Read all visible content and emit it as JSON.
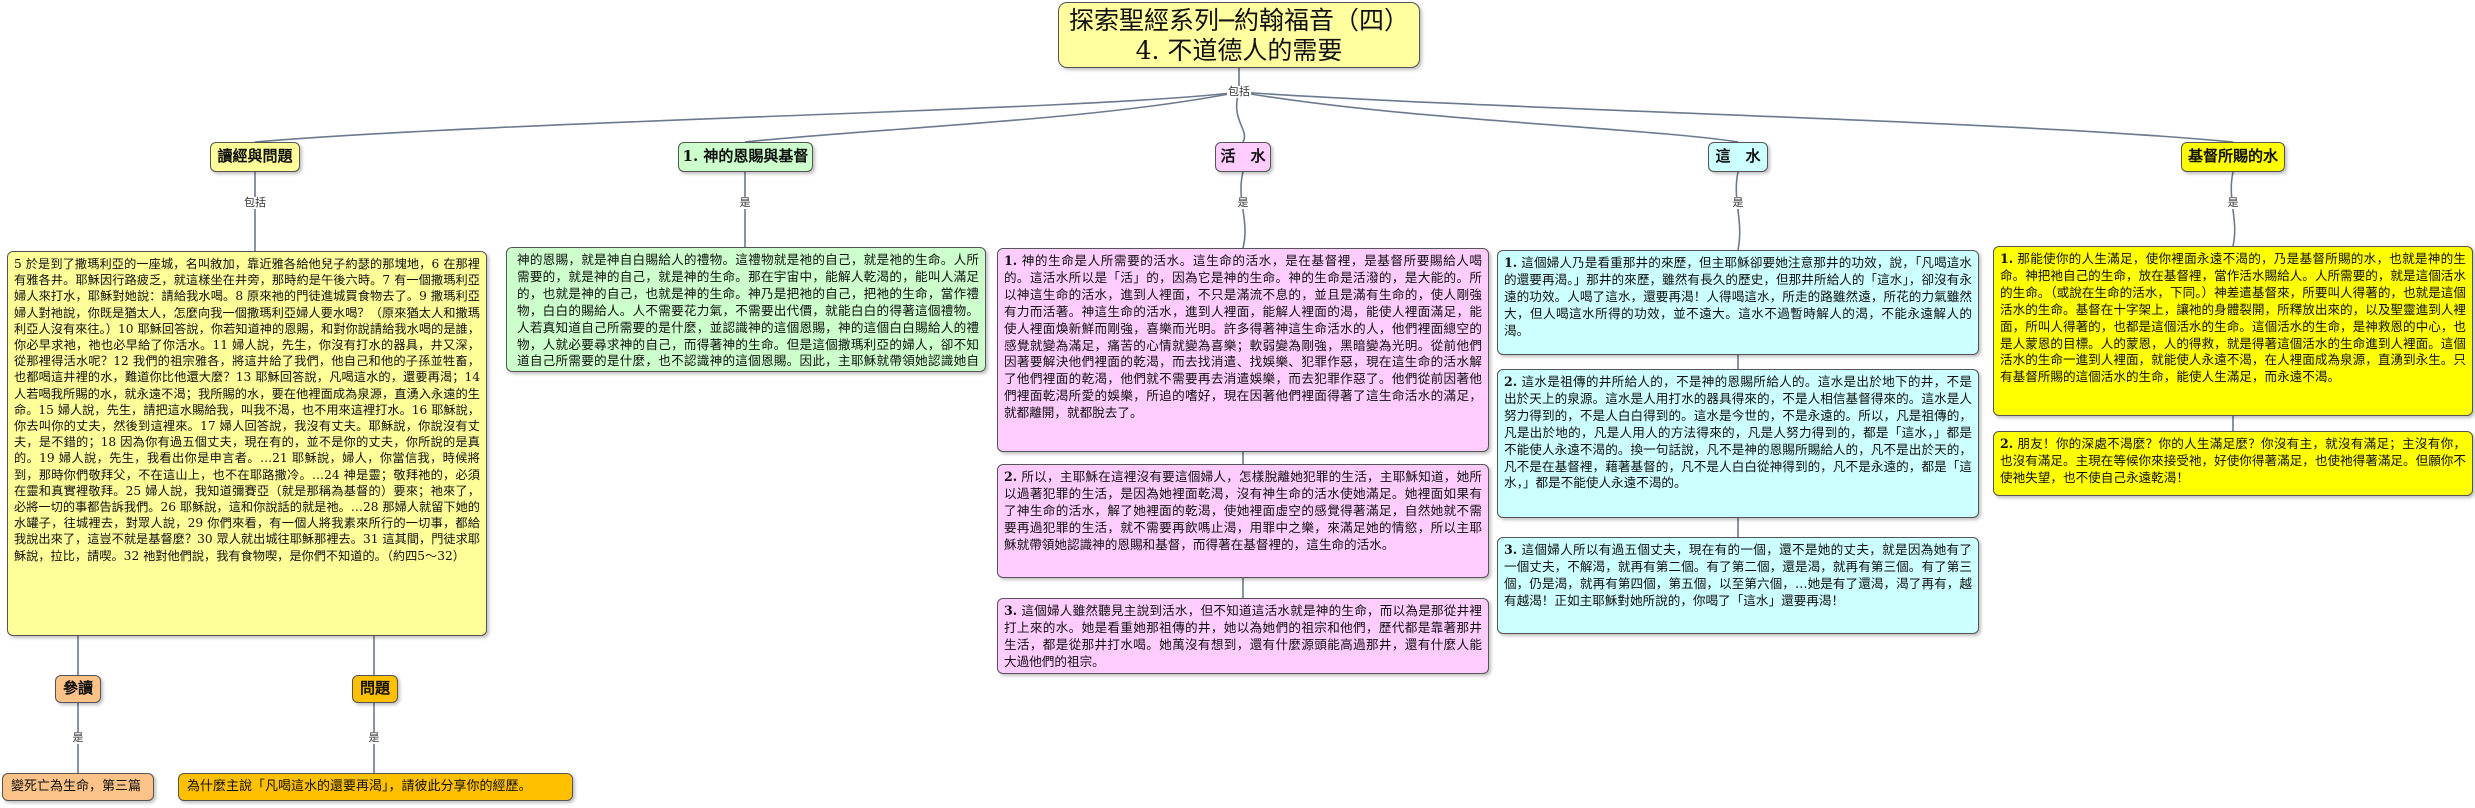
{
  "title": {
    "line1": "探索聖經系列─約翰福音（四）",
    "line2": "4. 不道德人的需要"
  },
  "connectors": {
    "root": "包括",
    "reading": "包括",
    "grace": "是",
    "living_water": "是",
    "this_water": "是",
    "satisfy": "是",
    "ref": "是",
    "question": "是"
  },
  "branches": {
    "reading": "讀經與問題",
    "grace": "1. 神的恩賜與基督",
    "living_water": "活　水",
    "this_water": "這　水",
    "satisfy": "基督所賜的水"
  },
  "reading": {
    "passage": "5 於是到了撒瑪利亞的一座城，名叫敘加，靠近雅各給他兒子約瑟的那塊地，6 在那裡有雅各井。耶穌因行路疲乏，就這樣坐在井旁，那時約是午後六時。7 有一個撒瑪利亞婦人來打水，耶穌對她說：請給我水喝。8 原來祂的門徒進城買食物去了。9 撒瑪利亞婦人對祂說，你既是猶太人，怎麼向我一個撒瑪利亞婦人要水喝？（原來猶太人和撒瑪利亞人沒有來往。）10 耶穌回答說，你若知道神的恩賜，和對你說請給我水喝的是誰，你必早求祂，祂也必早給了你活水。11 婦人說，先生，你沒有打水的器具，井又深，從那裡得活水呢？12 我們的祖宗雅各，將這井給了我們，他自己和他的子孫並牲畜，也都喝這井裡的水，難道你比他還大麼？13 耶穌回答說，凡喝這水的，還要再渴；14 人若喝我所賜的水，就永遠不渴；我所賜的水，要在他裡面成為泉源，直湧入永遠的生命。15 婦人說，先生，請把這水賜給我，叫我不渴，也不用來這裡打水。16 耶穌說，你去叫你的丈夫，然後到這裡來。17 婦人回答說，我沒有丈夫。耶穌說，你說沒有丈夫，是不錯的；18 因為你有過五個丈夫，現在有的，並不是你的丈夫，你所說的是真的。19 婦人說，先生，我看出你是申言者。…21 耶穌說，婦人，你當信我，時候將到，那時你們敬拜父，不在這山上，也不在耶路撒冷。…24 神是靈；敬拜祂的，必須在靈和真實裡敬拜。25 婦人說，我知道彌賽亞（就是那稱為基督的）要來；祂來了，必將一切的事都告訴我們。26 耶穌說，這和你說話的就是祂。…28 那婦人就留下她的水罐子，往城裡去，對眾人說，29 你們來看，有一個人將我素來所行的一切事，都給我說出來了，這豈不就是基督麼？30 眾人就出城往耶穌那裡去。31 這其間，門徒求耶穌說，拉比，請喫。32 祂對他們說，我有食物喫，是你們不知道的。（約四5～32）",
    "ref_label": "參讀",
    "ref_text": "變死亡為生命，第三篇",
    "question_label": "問題",
    "question_text": "為什麼主說「凡喝這水的還要再渴」，請彼此分享你的經歷。"
  },
  "grace": {
    "text": "神的恩賜，就是神自白賜給人的禮物。這禮物就是祂的自己，就是祂的生命。人所需要的，就是神的自己，就是神的生命。那在宇宙中，能解人乾渴的，能叫人滿足的，也就是神的自己，也就是神的生命。神乃是把祂的自己，把祂的生命，當作禮物，白白的賜給人。人不需要花力氣，不需要出代價，就能白白的得著這個禮物。人若真知道自己所需要的是什麼，並認識神的這個恩賜，神的這個白白賜給人的禮物，人就必要尋求神的自己，而得著神的生命。但是這個撒瑪利亞的婦人，卻不知道自己所需要的是什麼，也不認識神的這個恩賜。因此，主耶穌就帶領她認識她自己的需要，和神的這個恩賜，好使她尋求而得著這個恩賜。"
  },
  "living_water": {
    "p1_num": "1.",
    "p1": "神的生命是人所需要的活水。這生命的活水，是在基督裡，是基督所要賜給人喝的。這活水所以是「活」的，因為它是神的生命。神的生命是活潑的，是大能的。所以神這生命的活水，進到人裡面，不只是滿流不息的，並且是滿有生命的，使人剛強有力而活著。神這生命的活水，進到人裡面，能解人裡面的渴，能使人裡面滿足，能使人裡面煥新鮮而剛強，喜樂而光明。許多得著神這生命活水的人，他們裡面總空的感覺就變為滿足，痛苦的心情就變為喜樂；軟弱變為剛強，黑暗變為光明。從前他們因著要解決他們裡面的乾渴，而去找消遣、找娛樂、犯罪作惡，現在這生命的活水解了他們裡面的乾渴，他們就不需要再去消遣娛樂，而去犯罪作惡了。他們從前因著他們裡面乾渴所愛的娛樂，所追的嗜好，現在因著他們裡面得著了這生命活水的滿足，就都離開，就都脫去了。",
    "p2_num": "2.",
    "p2": "所以，主耶穌在這裡沒有要這個婦人，怎樣脫離她犯罪的生活，主耶穌知道，她所以過著犯罪的生活，是因為她裡面乾渴，沒有神生命的活水使她滿足。她裡面如果有了神生命的活水，解了她裡面的乾渴，使她裡面虛空的感覺得著滿足，自然她就不需要再過犯罪的生活，就不需要再飲嗎止渴，用罪中之樂，來滿足她的情慾，所以主耶穌就帶領她認識神的恩賜和基督，而得著在基督裡的，這生命的活水。",
    "p3_num": "3.",
    "p3": "這個婦人雖然聽見主說到活水，但不知道這活水就是神的生命，而以為是那從井裡打上來的水。她是看重她那祖傳的井，她以為她們的祖宗和他們，歷代都是靠著那井生活，都是從那井打水喝。她萬沒有想到，還有什麼源頭能高過那井，還有什麼人能大過他們的祖宗。"
  },
  "this_water": {
    "p1_num": "1.",
    "p1": "這個婦人乃是看重那井的來歷，但主耶穌卻要她注意那井的功效，說，「凡喝這水的還要再渴。」那井的來歷，雖然有長久的歷史，但那井所給人的「這水」，卻沒有永遠的功效。人喝了這水，還要再渴！人得喝這水，所走的路雖然遠，所花的力氣雖然大，但人喝這水所得的功效，並不遠大。這水不過暫時解人的渴，不能永遠解人的渴。",
    "p2_num": "2.",
    "p2": "這水是祖傳的井所給人的，不是神的恩賜所給人的。這水是出於地下的井，不是出於天上的泉源。這水是人用打水的器具得來的，不是人相信基督得來的。這水是人努力得到的，不是人白白得到的。這水是今世的，不是永遠的。所以，凡是祖傳的，凡是出於地的，凡是人用人的方法得來的，凡是人努力得到的，都是「這水，」都是不能使人永遠不渴的。換一句話說，凡不是神的恩賜所賜給人的，凡不是出於天的，凡不是在基督裡，藉著基督的，凡不是人白白從神得到的，凡不是永遠的，都是「這水，」都是不能使人永遠不渴的。",
    "p3_num": "3.",
    "p3": "這個婦人所以有過五個丈夫，現在有的一個，還不是她的丈夫，就是因為她有了一個丈夫，不解渴，就再有第二個。有了第二個，還是渴，就再有第三個。有了第三個，仍是渴，就再有第四個，第五個，以至第六個，…她是有了還渴，渴了再有，越有越渴！正如主耶穌對她所說的，你喝了「這水」還要再渴！"
  },
  "satisfy": {
    "p1_num": "1.",
    "p1": "那能使你的人生滿足，使你裡面永遠不渴的，乃是基督所賜的水，也就是神的生命。神把祂自己的生命，放在基督裡，當作活水賜給人。人所需要的，就是這個活水的生命。（或說在生命的活水，下同。）神差遣基督來，所要叫人得著的，也就是這個活水的生命。基督在十字架上，讓祂的身體裂開，所釋放出來的，以及聖靈進到人裡面，所叫人得著的，也都是這個活水的生命。這個活水的生命，是神救恩的中心，也是人蒙恩的目標。人的蒙恩，人的得救，就是得著這個活水的生命進到人裡面。這個活水的生命一進到人裡面，就能使人永遠不渴，在人裡面成為泉源，直湧到永生。只有基督所賜的這個活水的生命，能使人生滿足，而永遠不渴。",
    "p2_num": "2.",
    "p2": "朋友！你的深處不渴麼？你的人生滿足麼？你沒有主，就沒有滿足；主沒有你，也沒有滿足。主現在等候你來接受祂，好使你得著滿足，也使祂得著滿足。但願你不使祂失望，也不使自己永遠乾渴！"
  },
  "colors": {
    "title": "#ffffa0",
    "reading": "#ffff99",
    "grace": "#ccffcc",
    "living_water": "#ffccff",
    "this_water": "#ccffff",
    "satisfy": "#ffff00",
    "ref": "#fcc389",
    "question": "#ffc000"
  }
}
